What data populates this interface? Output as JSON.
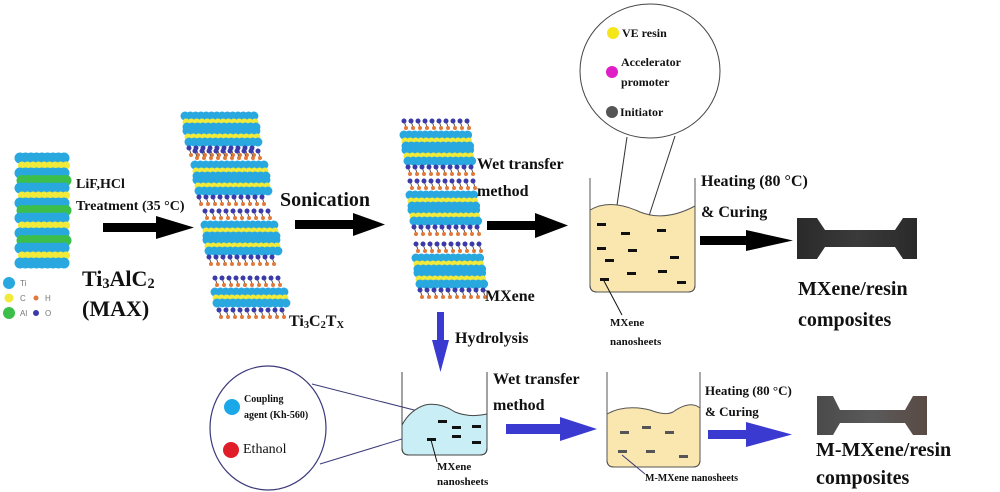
{
  "max_phase": {
    "formula_main": "Ti",
    "formula_sub1": "3",
    "formula_mid": "AlC",
    "formula_sub2": "2",
    "label": "(MAX)",
    "legend": [
      {
        "element": "Ti",
        "color": "#29a8e0"
      },
      {
        "element": "C",
        "color": "#f2ea3a"
      },
      {
        "element": "H",
        "color": "#e07a3a"
      },
      {
        "element": "Al",
        "color": "#3cbf4a"
      },
      {
        "element": "O",
        "color": "#3a3aa8"
      }
    ]
  },
  "step1": {
    "line1": "LiF,HCl",
    "line2": "Treatment (35 °C)"
  },
  "ti3c2tx": {
    "main": "Ti",
    "sub1": "3",
    "mid": "C",
    "sub2": "2",
    "end": "T",
    "sub3": "X"
  },
  "step2": {
    "label": "Sonication"
  },
  "mxene": {
    "label": "MXene"
  },
  "step3": {
    "line1": "Wet transfer",
    "line2": "method"
  },
  "resin_bubble": {
    "items": [
      {
        "label": "VE resin",
        "color": "#f5e61a"
      },
      {
        "label": "Accelerator promoter",
        "line1": "Accelerator",
        "line2": "promoter",
        "color": "#e01ec8"
      },
      {
        "label": "Initiator",
        "color": "#555555"
      }
    ]
  },
  "beaker_top": {
    "line1": "MXene",
    "line2": "nanosheets",
    "fill": "#fae7b0"
  },
  "step4": {
    "line1": "Heating (80 °C)",
    "line2": "& Curing"
  },
  "product_top": {
    "line1": "MXene/resin",
    "line2": "composites"
  },
  "hydrolysis": {
    "label": "Hydrolysis"
  },
  "coupling_bubble": {
    "items": [
      {
        "line1": "Coupling",
        "line2": "agent (Kh-560)",
        "color": "#1aa8e8"
      },
      {
        "label": "Ethanol",
        "color": "#e01e2a"
      }
    ]
  },
  "beaker_hydro": {
    "line1": "MXene",
    "line2": "nanosheets",
    "fill": "#c9eef5"
  },
  "step5": {
    "line1": "Wet transfer",
    "line2": "method"
  },
  "beaker_bottom": {
    "label": "M-MXene nanosheets",
    "fill": "#fae7b0"
  },
  "step6": {
    "line1": "Heating (80 °C)",
    "line2": "& Curing"
  },
  "product_bottom": {
    "line1": "M-MXene/resin",
    "line2": "composites"
  },
  "colors": {
    "arrow_black": "#000000",
    "arrow_blue": "#3a3ad0"
  }
}
